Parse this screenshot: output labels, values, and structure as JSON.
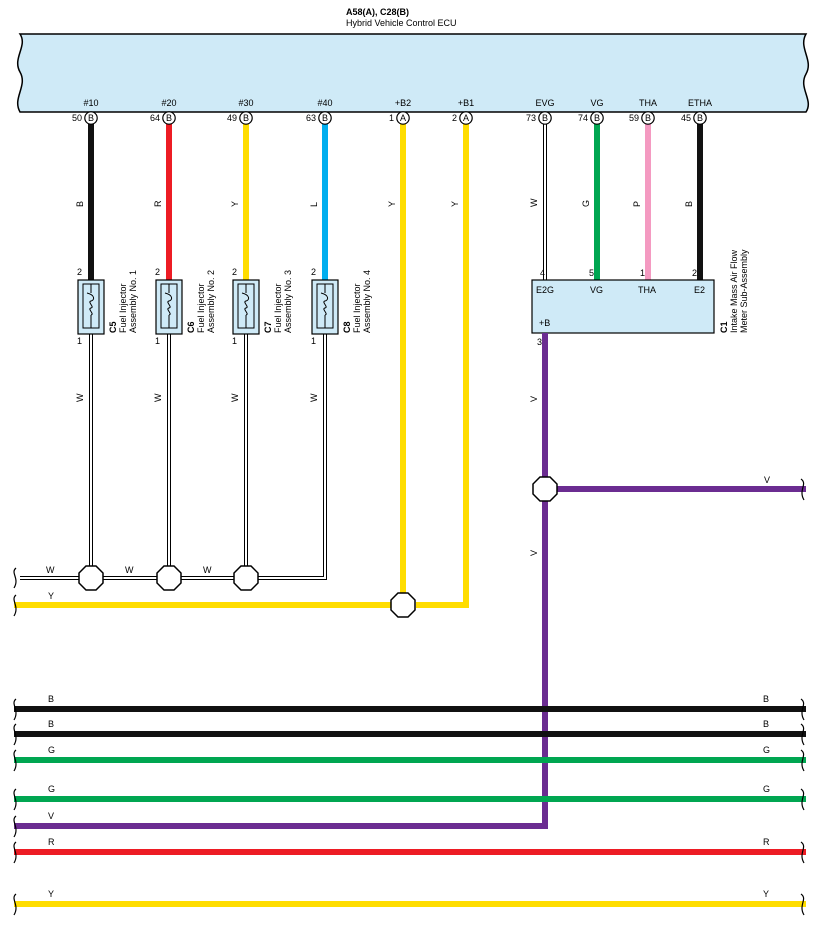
{
  "ecu": {
    "code": "A58(A), C28(B)",
    "name": "Hybrid Vehicle Control ECU",
    "terminals": [
      {
        "signal": "#10",
        "pin": "50",
        "conn": "B"
      },
      {
        "signal": "#20",
        "pin": "64",
        "conn": "B"
      },
      {
        "signal": "#30",
        "pin": "49",
        "conn": "B"
      },
      {
        "signal": "#40",
        "pin": "63",
        "conn": "B"
      },
      {
        "signal": "+B2",
        "pin": "1",
        "conn": "A"
      },
      {
        "signal": "+B1",
        "pin": "2",
        "conn": "A"
      },
      {
        "signal": "EVG",
        "pin": "73",
        "conn": "B"
      },
      {
        "signal": "VG",
        "pin": "74",
        "conn": "B"
      },
      {
        "signal": "THA",
        "pin": "59",
        "conn": "B"
      },
      {
        "signal": "ETHA",
        "pin": "45",
        "conn": "B"
      }
    ]
  },
  "injectors": [
    {
      "code": "C5",
      "name1": "Fuel Injector",
      "name2": "Assembly No. 1",
      "pin_top": "2",
      "pin_bottom": "1",
      "wire_top": "B",
      "wire_bottom": "W"
    },
    {
      "code": "C6",
      "name1": "Fuel Injector",
      "name2": "Assembly No. 2",
      "pin_top": "2",
      "pin_bottom": "1",
      "wire_top": "R",
      "wire_bottom": "W"
    },
    {
      "code": "C7",
      "name1": "Fuel Injector",
      "name2": "Assembly No. 3",
      "pin_top": "2",
      "pin_bottom": "1",
      "wire_top": "Y",
      "wire_bottom": "W"
    },
    {
      "code": "C8",
      "name1": "Fuel Injector",
      "name2": "Assembly No. 4",
      "pin_top": "2",
      "pin_bottom": "1",
      "wire_top": "L",
      "wire_bottom": "W"
    }
  ],
  "supply_wire_colors": [
    "Y",
    "Y"
  ],
  "maf": {
    "code": "C1",
    "name1": "Intake Mass Air Flow",
    "name2": "Meter Sub-Assembly",
    "terminals": [
      {
        "label": "E2G",
        "pin": "4",
        "wire": "W"
      },
      {
        "label": "VG",
        "pin": "5",
        "wire": "G"
      },
      {
        "label": "THA",
        "pin": "1",
        "wire": "P"
      },
      {
        "label": "E2",
        "pin": "2",
        "wire": "B"
      }
    ],
    "bottom_label": "+B",
    "bottom_pin": "3",
    "bottom_wire": "V"
  },
  "junction_labels": {
    "violet_branch_right": "V",
    "violet_lower": "V",
    "w_bus": [
      "W",
      "W",
      "W"
    ],
    "y_bus": "Y"
  },
  "bus_lines": [
    {
      "color_code": "B",
      "left": "B",
      "right": "B",
      "hex": "#111111"
    },
    {
      "color_code": "B",
      "left": "B",
      "right": "B",
      "hex": "#111111"
    },
    {
      "color_code": "G",
      "left": "G",
      "right": "G",
      "hex": "#00a651"
    },
    {
      "color_code": "G",
      "left": "G",
      "right": "G",
      "hex": "#00a651"
    },
    {
      "color_code": "V",
      "left": "V",
      "right": "",
      "hex": "#6b2c91"
    },
    {
      "color_code": "R",
      "left": "R",
      "right": "R",
      "hex": "#ed1c24"
    },
    {
      "color_code": "Y",
      "left": "Y",
      "right": "Y",
      "hex": "#ffdd00"
    }
  ],
  "colors": {
    "ecu_fill": "#cfeaf7",
    "black": "#111111",
    "red": "#ed1c24",
    "yellow": "#ffdd00",
    "blue": "#00aeef",
    "green": "#00a651",
    "pink": "#f49ac1",
    "violet": "#6b2c91",
    "white_wire": "#ffffff"
  }
}
